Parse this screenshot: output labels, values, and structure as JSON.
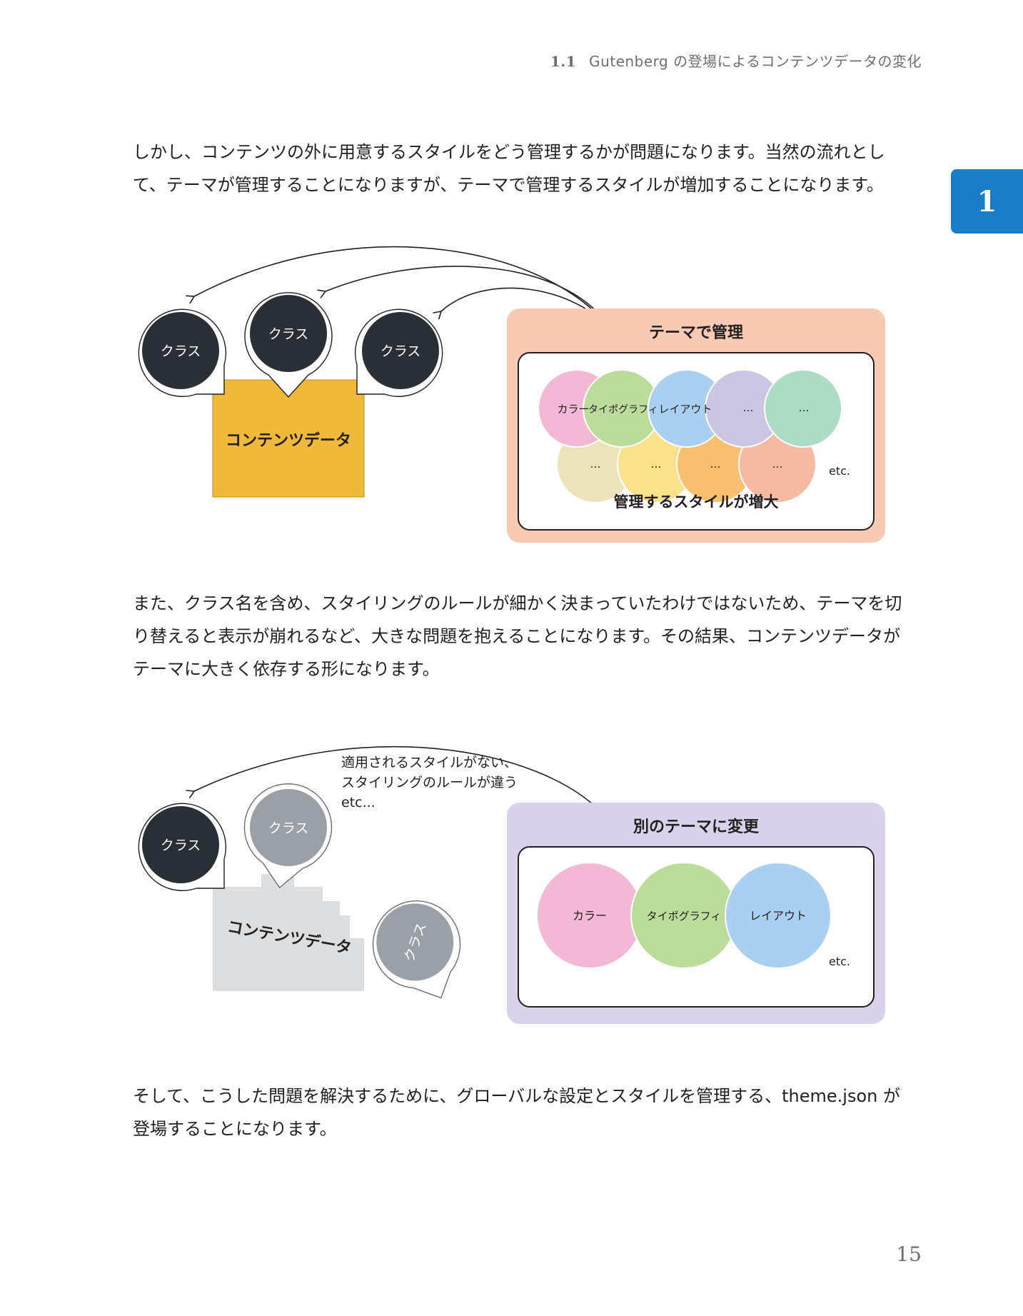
{
  "header": {
    "section_number": "1.1",
    "section_title": "Gutenberg の登場によるコンテンツデータの変化"
  },
  "chapter_tab": "1",
  "paragraphs": [
    "しかし、コンテンツの外に用意するスタイルをどう管理するかが問題になります。当然の流れとして、テーマが管理することになりますが、テーマで管理するスタイルが増加することになります。",
    "また、クラス名を含め、スタイリングのルールが細かく決まっていたわけではないため、テーマを切り替えると表示が崩れるなど、大きな問題を抱えることになります。その結果、コンテンツデータがテーマに大きく依存する形になります。",
    "そして、こうした問題を解決するために、グローバルな設定とスタイルを管理する、theme.json が登場することになります。"
  ],
  "figure1": {
    "class_labels": [
      "クラス",
      "クラス",
      "クラス"
    ],
    "content_label": "コンテンツデータ",
    "panel_title": "テーマで管理",
    "style_circles_top": [
      "カラー",
      "タイポグラフィ",
      "レイアウト",
      "…",
      "…"
    ],
    "style_circles_bottom": [
      "…",
      "…",
      "…",
      "…"
    ],
    "etc_label": "etc.",
    "caption": "管理するスタイルが増大",
    "colors": {
      "class_bubble": "#2a2f36",
      "content_box": "#f0b93a",
      "panel_bg": "#f8cab4",
      "circles_top": [
        "#f3b8d3",
        "#bcdc9c",
        "#a9d0f0",
        "#cbc6e4",
        "#acdcc6"
      ],
      "circles_bottom": [
        "#ede3bb",
        "#f9e28b",
        "#f8c06f",
        "#f6b9a4"
      ]
    }
  },
  "figure2": {
    "class_labels": [
      "クラス",
      "クラス",
      "クラス"
    ],
    "content_label": "コンテンツデータ",
    "note_lines": [
      "適用されるスタイルがない、",
      "スタイリングのルールが違う",
      "etc..."
    ],
    "panel_title": "別のテーマに変更",
    "style_circles": [
      "カラー",
      "タイポグラフィ",
      "レイアウト"
    ],
    "etc_label": "etc.",
    "colors": {
      "class_bubble_active": "#2a2f36",
      "class_bubble_faded": "#9aa0a6",
      "content_shape": "#dcdedf",
      "panel_bg": "#d8d3ea",
      "circles": [
        "#f3b8d3",
        "#bcdc9c",
        "#a9d0f0"
      ]
    }
  },
  "page_number": "15"
}
